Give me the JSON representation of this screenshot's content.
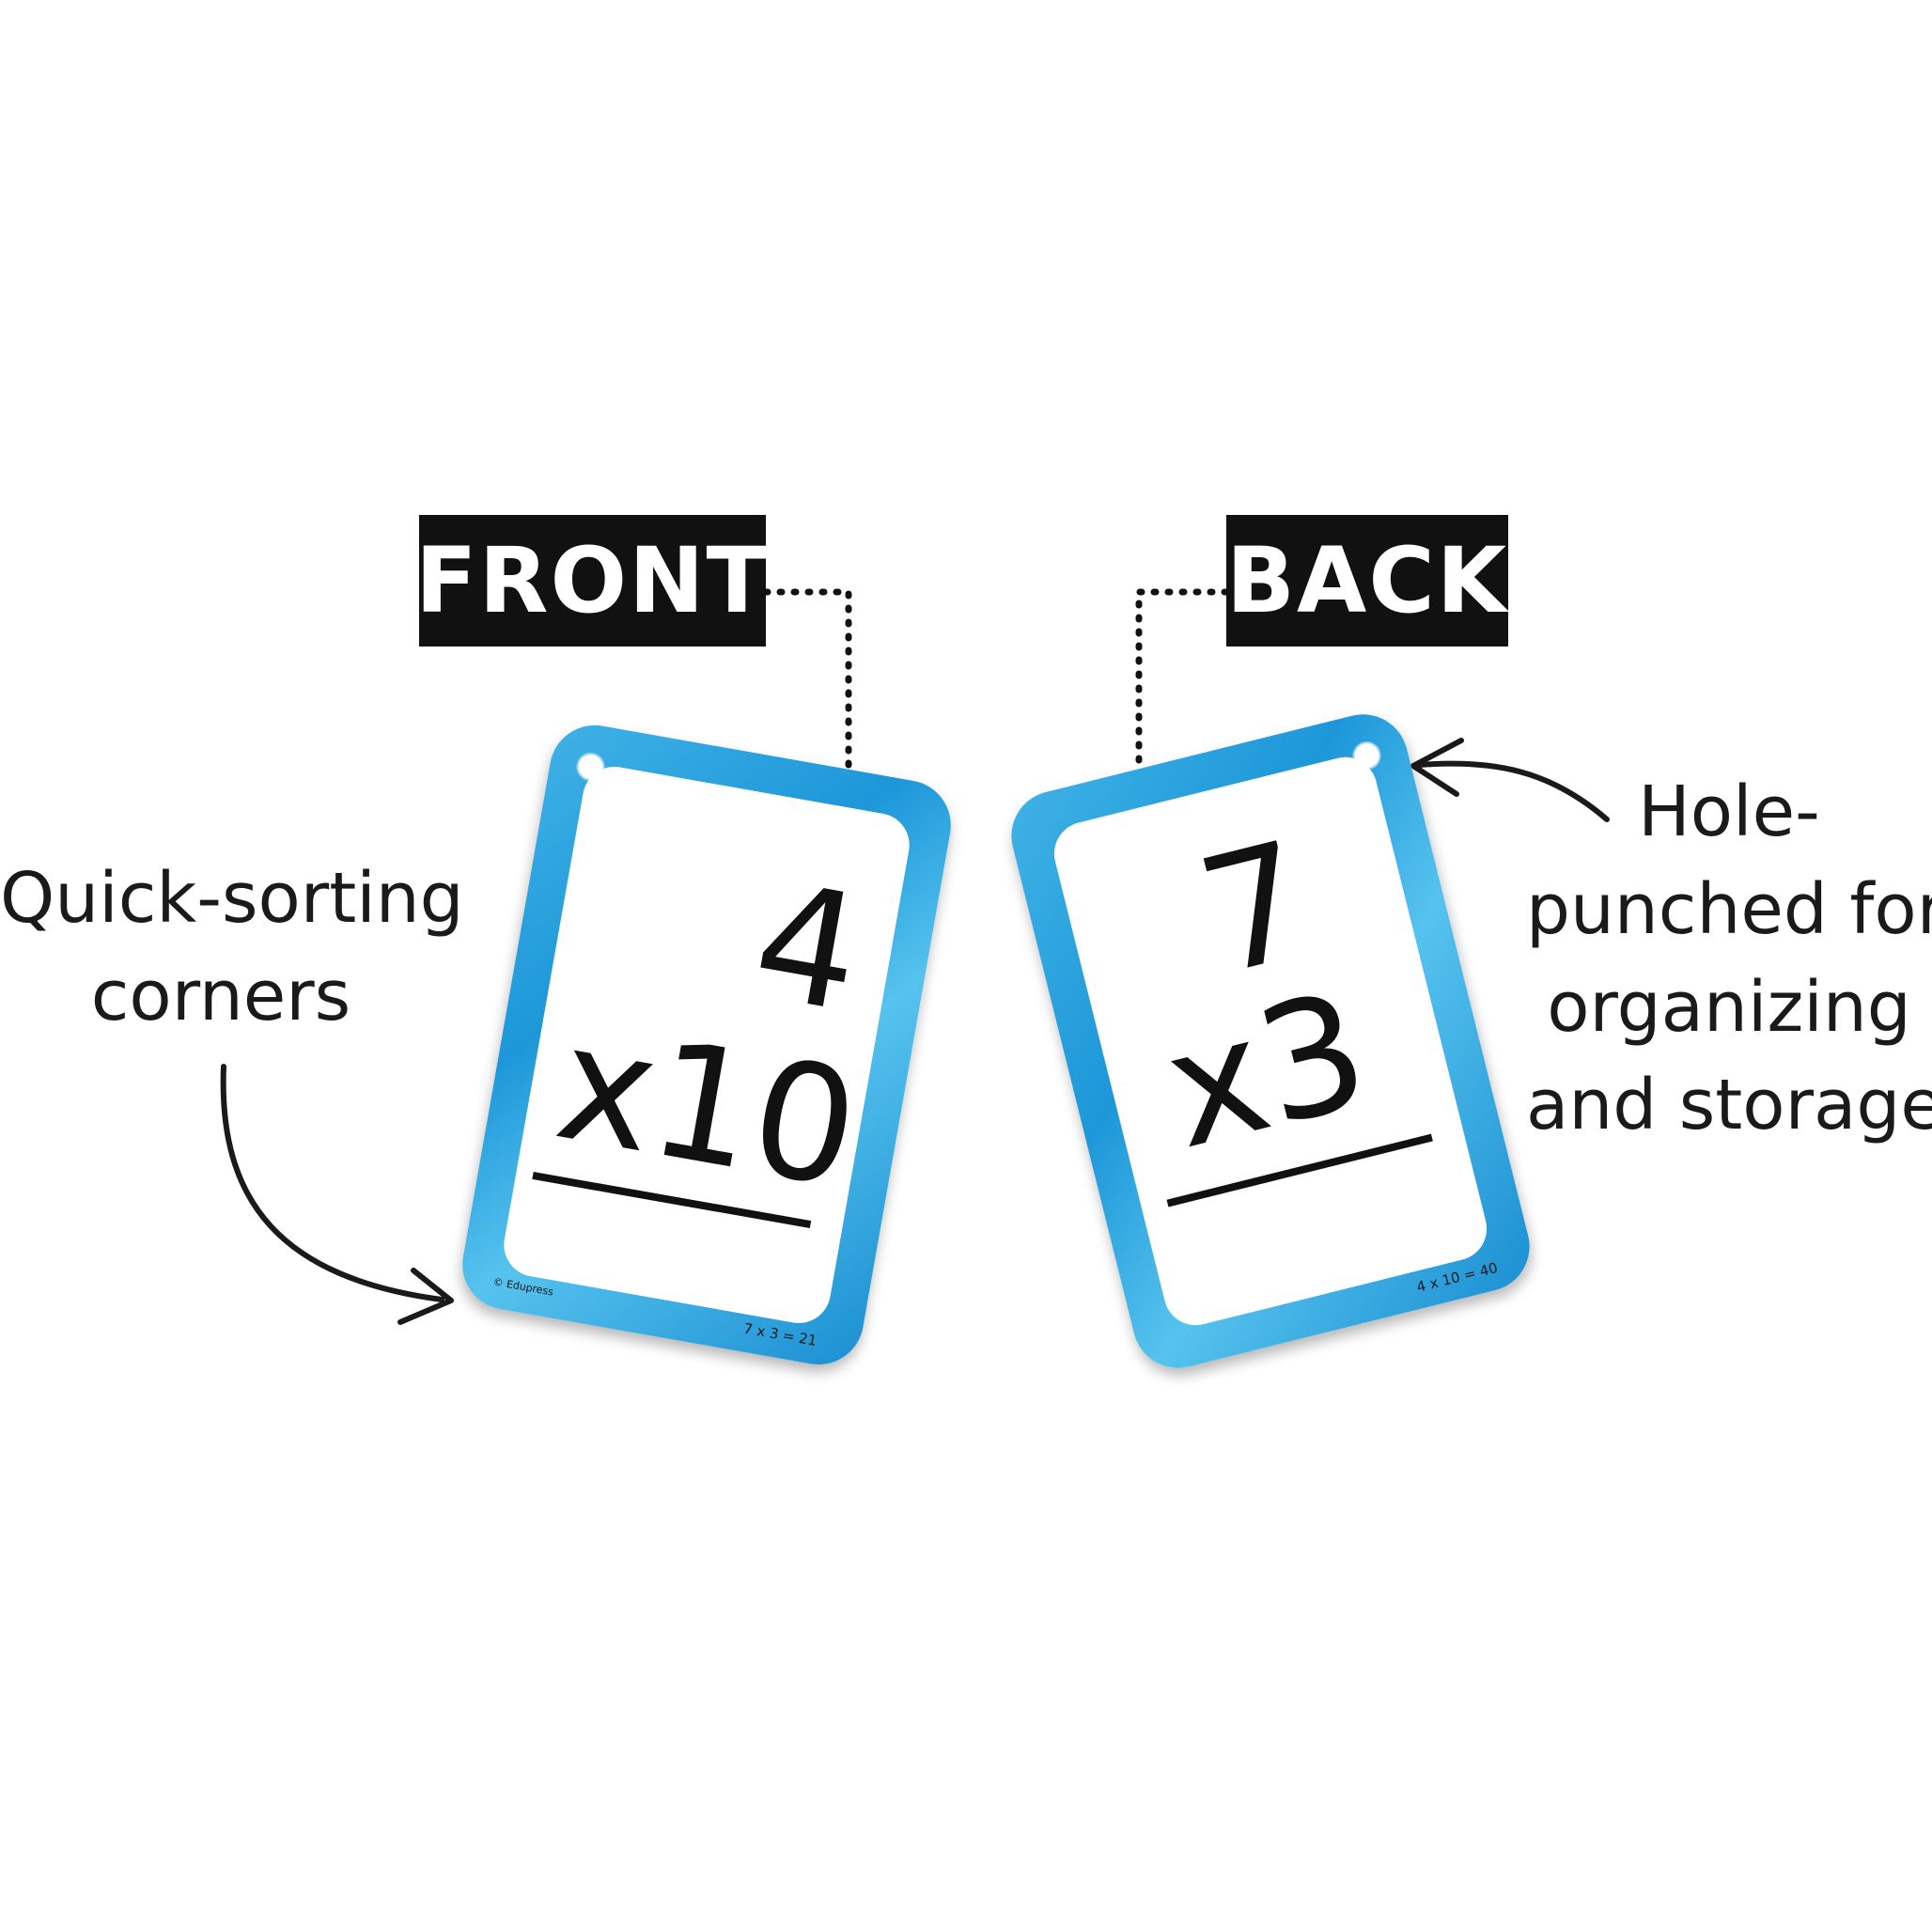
{
  "labels": {
    "front": "FRONT",
    "back": "BACK"
  },
  "captions": {
    "left_line1": "Quick-sorting",
    "left_line2": "corners",
    "right_line1": "Hole-",
    "right_line2": "punched for",
    "right_line3": "organizing",
    "right_line4": "and storage"
  },
  "front_card": {
    "top_number": "4",
    "bottom_number": "x10",
    "answer_text": "7 x 3 = 21",
    "brand": "© Edupress"
  },
  "back_card": {
    "top_number": "7",
    "bottom_number": "x3",
    "answer_text": "4 x 10 = 40"
  },
  "colors": {
    "card_blue": "#1d97d9",
    "label_bg": "#111111",
    "text": "#1a1a1a"
  }
}
